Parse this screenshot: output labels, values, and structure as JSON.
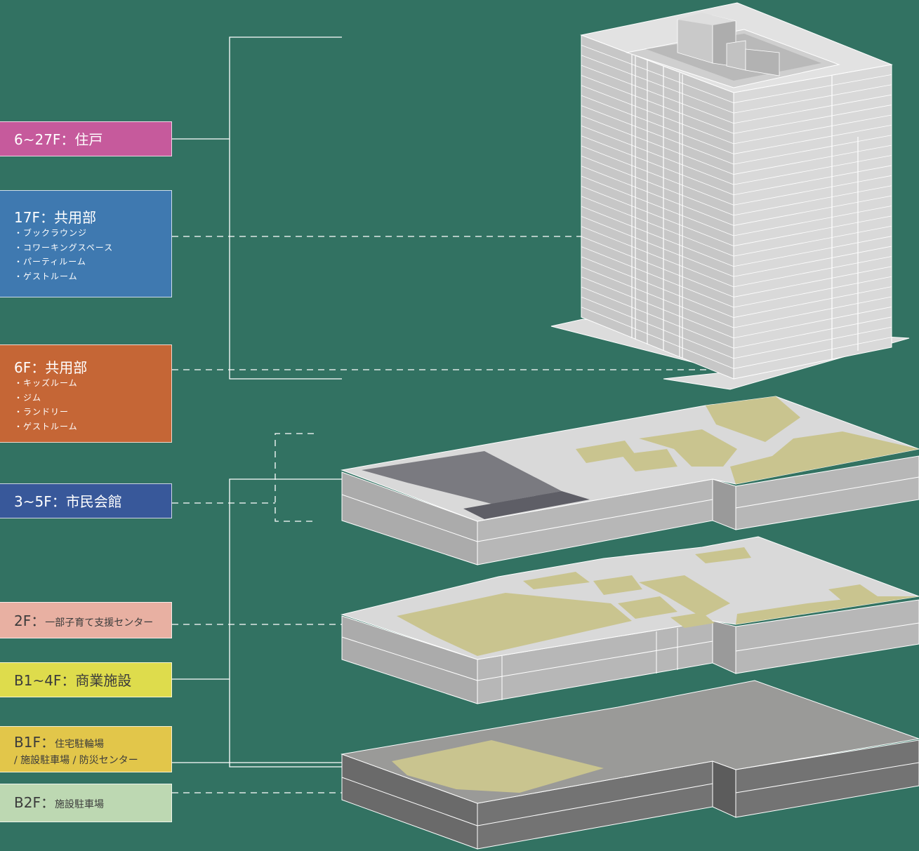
{
  "labels": {
    "residence": {
      "title": "6~27F：住戸",
      "color": "#c65a9c"
    },
    "f17": {
      "title": "17F：共用部",
      "color": "#3f79b0",
      "items": [
        "・ブックラウンジ",
        "・コワーキングスペース",
        "・パーティルーム",
        "・ゲストルーム"
      ]
    },
    "f6": {
      "title": "6F：共用部",
      "color": "#c56636",
      "items": [
        "・キッズルーム",
        "・ジム",
        "・ランドリー",
        "・ゲストルーム"
      ]
    },
    "civic": {
      "title": "3~5F：市民会館",
      "color": "#38589a"
    },
    "childcare": {
      "title": "2F：",
      "subtitle": "一部子育て支援センター",
      "color": "#e8b0a2"
    },
    "commercial": {
      "title": "B1~4F：商業施設",
      "color": "#dedc4c"
    },
    "b1": {
      "title": "B1F：",
      "subtitle": "住宅駐輪場",
      "line2": "/ 施設駐車場 / 防災センター",
      "color": "#e2c64a"
    },
    "b2": {
      "title": "B2F：",
      "subtitle": "施設駐車場",
      "color": "#bdd8b2"
    }
  }
}
